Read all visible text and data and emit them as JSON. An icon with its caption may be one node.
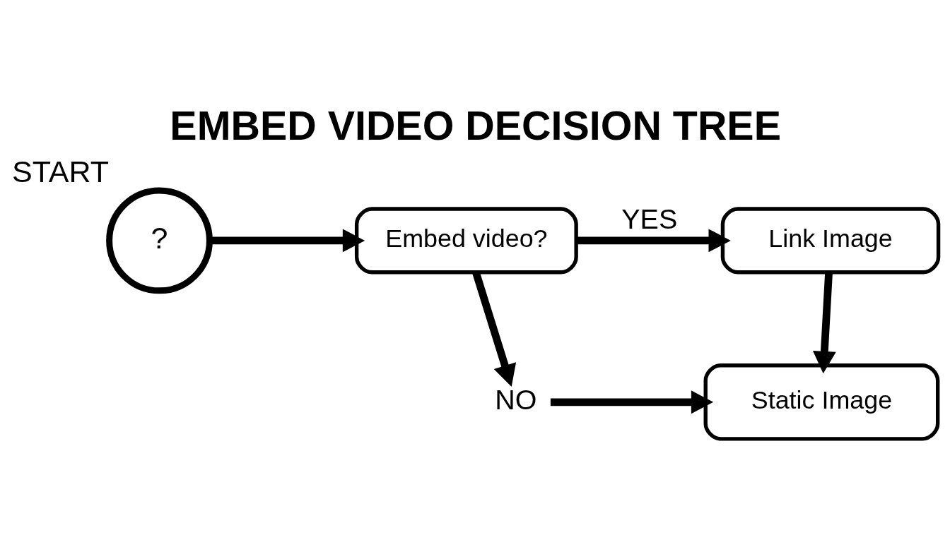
{
  "diagram": {
    "title": "EMBED VIDEO DECISION TREE",
    "nodes": [
      {
        "text": [
          "?"
        ],
        "beside": [
          "START"
        ]
      },
      {
        "text": [
          "Embed video?"
        ]
      },
      {
        "text": [
          "Link Image"
        ]
      },
      {
        "text": [
          "NO"
        ]
      },
      {
        "text": [
          "Static Image"
        ]
      }
    ],
    "edges": [
      {
        "from": 0,
        "to": 1,
        "arrow": "to"
      },
      {
        "from": 1,
        "to": 2,
        "arrow": "to",
        "label": "YES"
      },
      {
        "from": 1,
        "to": 3,
        "arrow": "to"
      },
      {
        "from": 3,
        "to": 4,
        "arrow": "to"
      },
      {
        "from": 2,
        "to": 4,
        "arrow": "to"
      }
    ]
  }
}
